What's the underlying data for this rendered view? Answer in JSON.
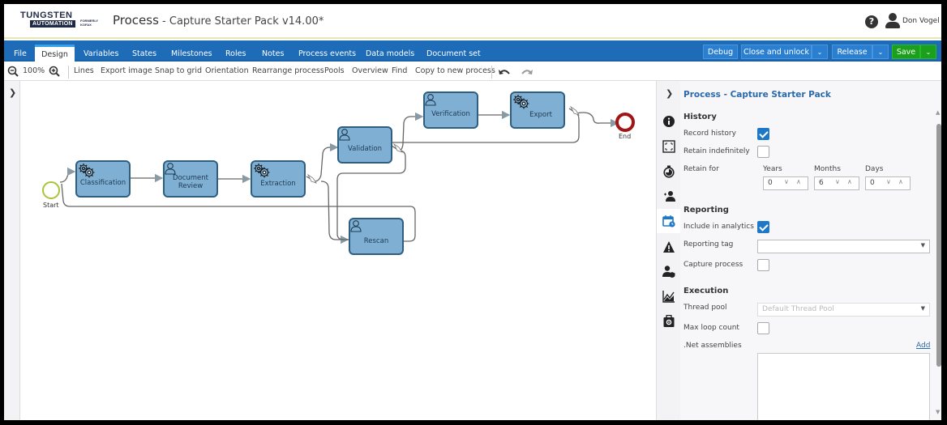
{
  "header": {
    "logo": {
      "line1": "TUNGSTEN",
      "line2": "AUTOMATION",
      "line3a": "FORMERLY",
      "line3b": "KOFAX"
    },
    "title": "Process",
    "subtitle": " - Capture Starter Pack v14.00*",
    "help_icon": "?",
    "user_name": "Don Vogel"
  },
  "menubar": {
    "tabs": [
      {
        "label": "File"
      },
      {
        "label": "Design",
        "active": true
      },
      {
        "label": "Variables"
      },
      {
        "label": "States"
      },
      {
        "label": "Milestones"
      },
      {
        "label": "Roles"
      },
      {
        "label": "Notes"
      },
      {
        "label": "Process events"
      },
      {
        "label": "Data models"
      },
      {
        "label": "Document set"
      }
    ],
    "buttons": {
      "debug": "Debug",
      "close_unlock": "Close and unlock",
      "release": "Release",
      "save": "Save",
      "chevron": "⌄"
    }
  },
  "toolbar": {
    "zoom_level": "100%",
    "items": [
      "Lines",
      "Export image",
      "Snap to grid",
      "Orientation",
      "Rearrange process",
      "Pools",
      "Overview",
      "Find",
      "Copy to new process"
    ]
  },
  "diagram": {
    "start_label": "Start",
    "end_label": "End",
    "tasks": [
      {
        "name": "Classification",
        "type": "automatic"
      },
      {
        "name": "Document Review",
        "line1": "Document",
        "line2": "Review",
        "type": "manual"
      },
      {
        "name": "Extraction",
        "type": "automatic"
      },
      {
        "name": "Validation",
        "type": "manual"
      },
      {
        "name": "Rescan",
        "type": "manual"
      },
      {
        "name": "Verification",
        "type": "manual"
      },
      {
        "name": "Export",
        "type": "automatic"
      }
    ]
  },
  "panel": {
    "title": "Process  - Capture Starter Pack",
    "history": {
      "heading": "History",
      "record_history_label": "Record history",
      "record_history": true,
      "retain_indefinitely_label": "Retain indefinitely",
      "retain_indefinitely": false,
      "retain_for_label": "Retain for",
      "years_label": "Years",
      "years": "0",
      "months_label": "Months",
      "months": "6",
      "days_label": "Days",
      "days": "0"
    },
    "reporting": {
      "heading": "Reporting",
      "include_analytics_label": "Include in analytics",
      "include_analytics": true,
      "reporting_tag_label": "Reporting tag",
      "reporting_tag": "",
      "capture_process_label": "Capture process",
      "capture_process": false
    },
    "execution": {
      "heading": "Execution",
      "thread_pool_label": "Thread pool",
      "thread_pool_placeholder": "Default Thread Pool",
      "max_loop_label": "Max loop count",
      "net_assemblies_label": ".Net assemblies",
      "add_link": "Add"
    }
  },
  "colors": {
    "menubar": "#1e6bb8",
    "save": "#1aa01a",
    "task_fill": "#7fb0d3",
    "task_border": "#2f5f80",
    "start": "#a8c43a",
    "end": "#a01515",
    "accent": "#2a6aa8"
  }
}
